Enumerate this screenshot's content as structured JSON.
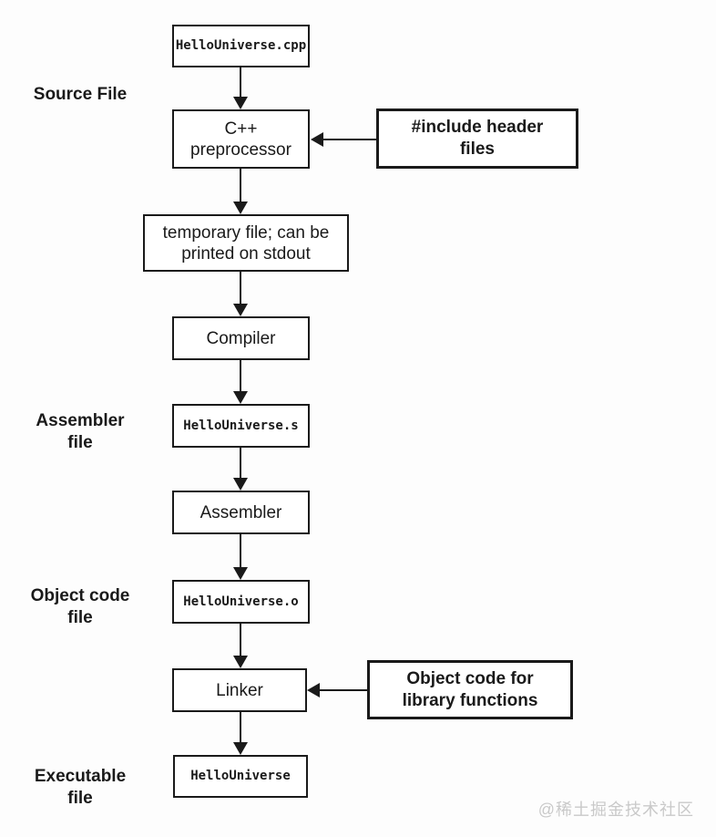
{
  "side_labels": {
    "source": "Source File",
    "assembler": {
      "line1": "Assembler",
      "line2": "file"
    },
    "object": {
      "line1": "Object code",
      "line2": "file"
    },
    "executable": {
      "line1": "Executable",
      "line2": "file"
    }
  },
  "nodes": {
    "source_file": "HelloUniverse.cpp",
    "preprocessor": {
      "line1": "C++",
      "line2": "preprocessor"
    },
    "include_note": {
      "line1": "#include header",
      "line2": "files"
    },
    "temp_file": {
      "line1": "temporary file; can be",
      "line2": "printed on stdout"
    },
    "compiler": "Compiler",
    "assembler_file": "HelloUniverse.s",
    "assembler": "Assembler",
    "object_file": "HelloUniverse.o",
    "linker": "Linker",
    "library_note": {
      "line1": "Object code for",
      "line2": "library functions"
    },
    "executable_file": "HelloUniverse"
  },
  "watermark": "@稀土掘金技术社区",
  "colors": {
    "ink": "#1a1a1a",
    "background": "#fdfdfd",
    "watermark": "#c9c9c9"
  }
}
